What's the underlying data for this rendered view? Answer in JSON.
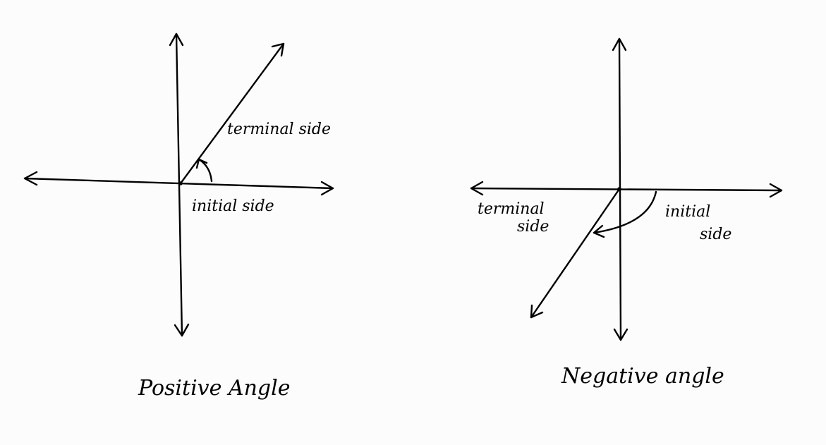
{
  "positive": {
    "terminal_label": "terminal side",
    "initial_label": "initial side",
    "caption": "Positive Angle"
  },
  "negative": {
    "terminal_label_line1": "terminal",
    "terminal_label_line2": "side",
    "initial_label_line1": "initial",
    "initial_label_line2": "side",
    "caption": "Negative angle"
  },
  "colors": {
    "ink": "#000000",
    "paper": "#fcfcfc"
  }
}
